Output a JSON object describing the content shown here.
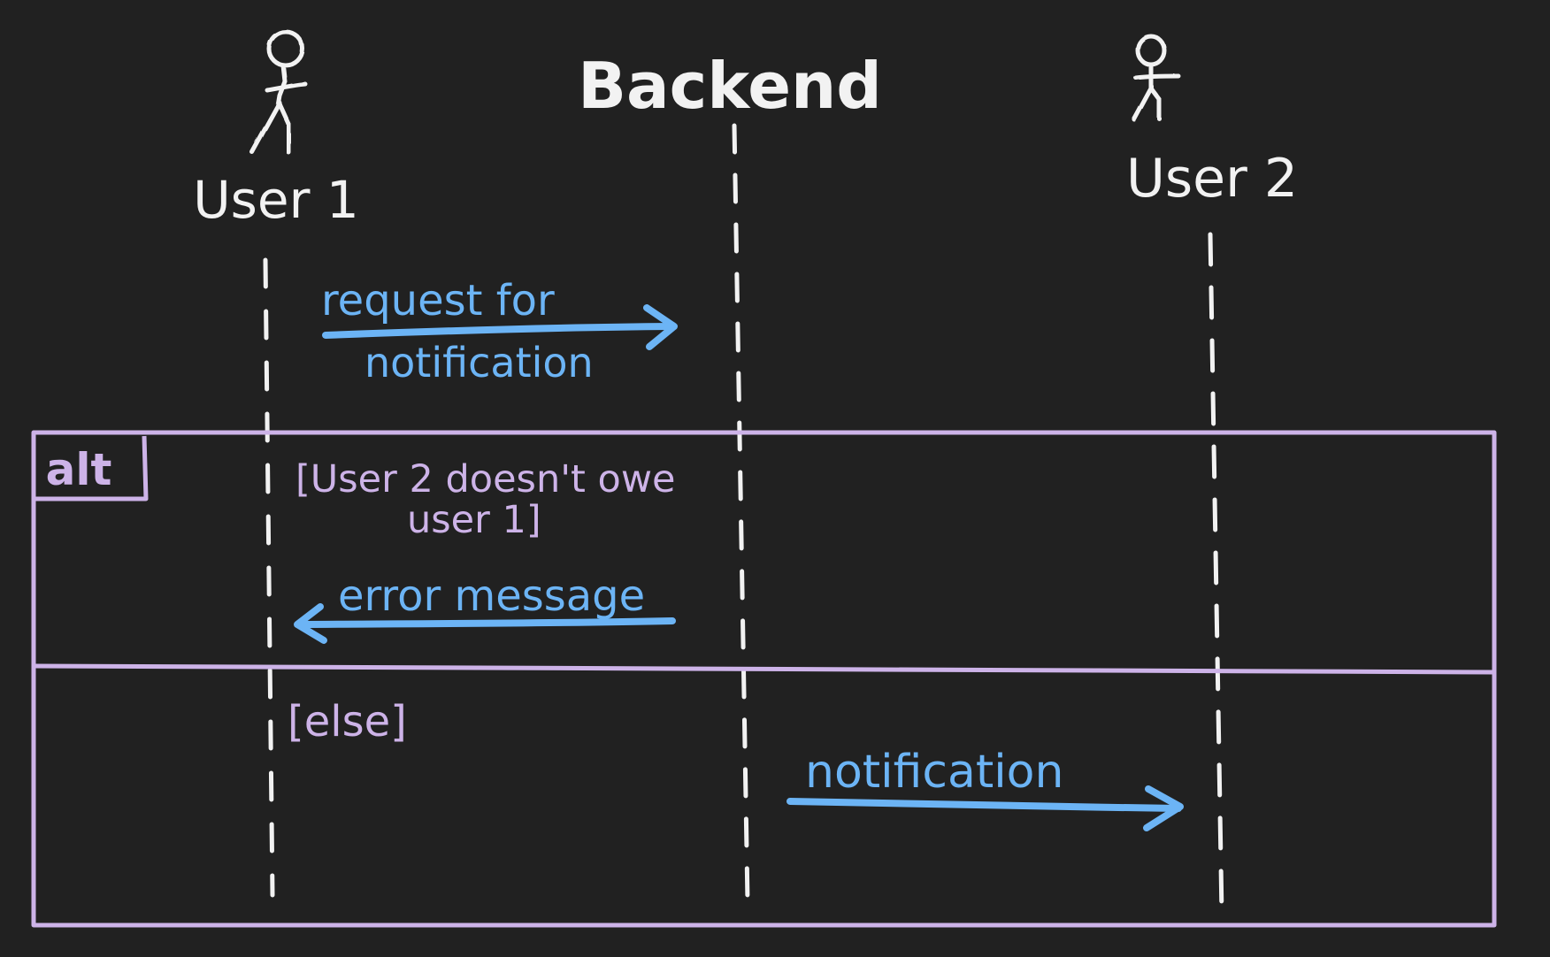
{
  "diagram": {
    "type": "sequence-diagram",
    "participants": [
      {
        "id": "user1",
        "label": "User 1",
        "kind": "actor"
      },
      {
        "id": "backend",
        "label": "Backend",
        "kind": "system"
      },
      {
        "id": "user2",
        "label": "User 2",
        "kind": "actor"
      }
    ],
    "messages": [
      {
        "from": "user1",
        "to": "backend",
        "label_line1": "request for",
        "label_line2": "notification"
      },
      {
        "from": "backend",
        "to": "user1",
        "label": "error message"
      },
      {
        "from": "backend",
        "to": "user2",
        "label": "notification"
      }
    ],
    "fragment": {
      "operator": "alt",
      "guard1": "[User 2 doesn't owe",
      "guard1_line2": "user 1]",
      "guard2": "[else]"
    }
  },
  "colors": {
    "background": "#212121",
    "participant": "#f2f2f2",
    "message": "#6cb4f5",
    "fragment": "#cdb3e8"
  }
}
